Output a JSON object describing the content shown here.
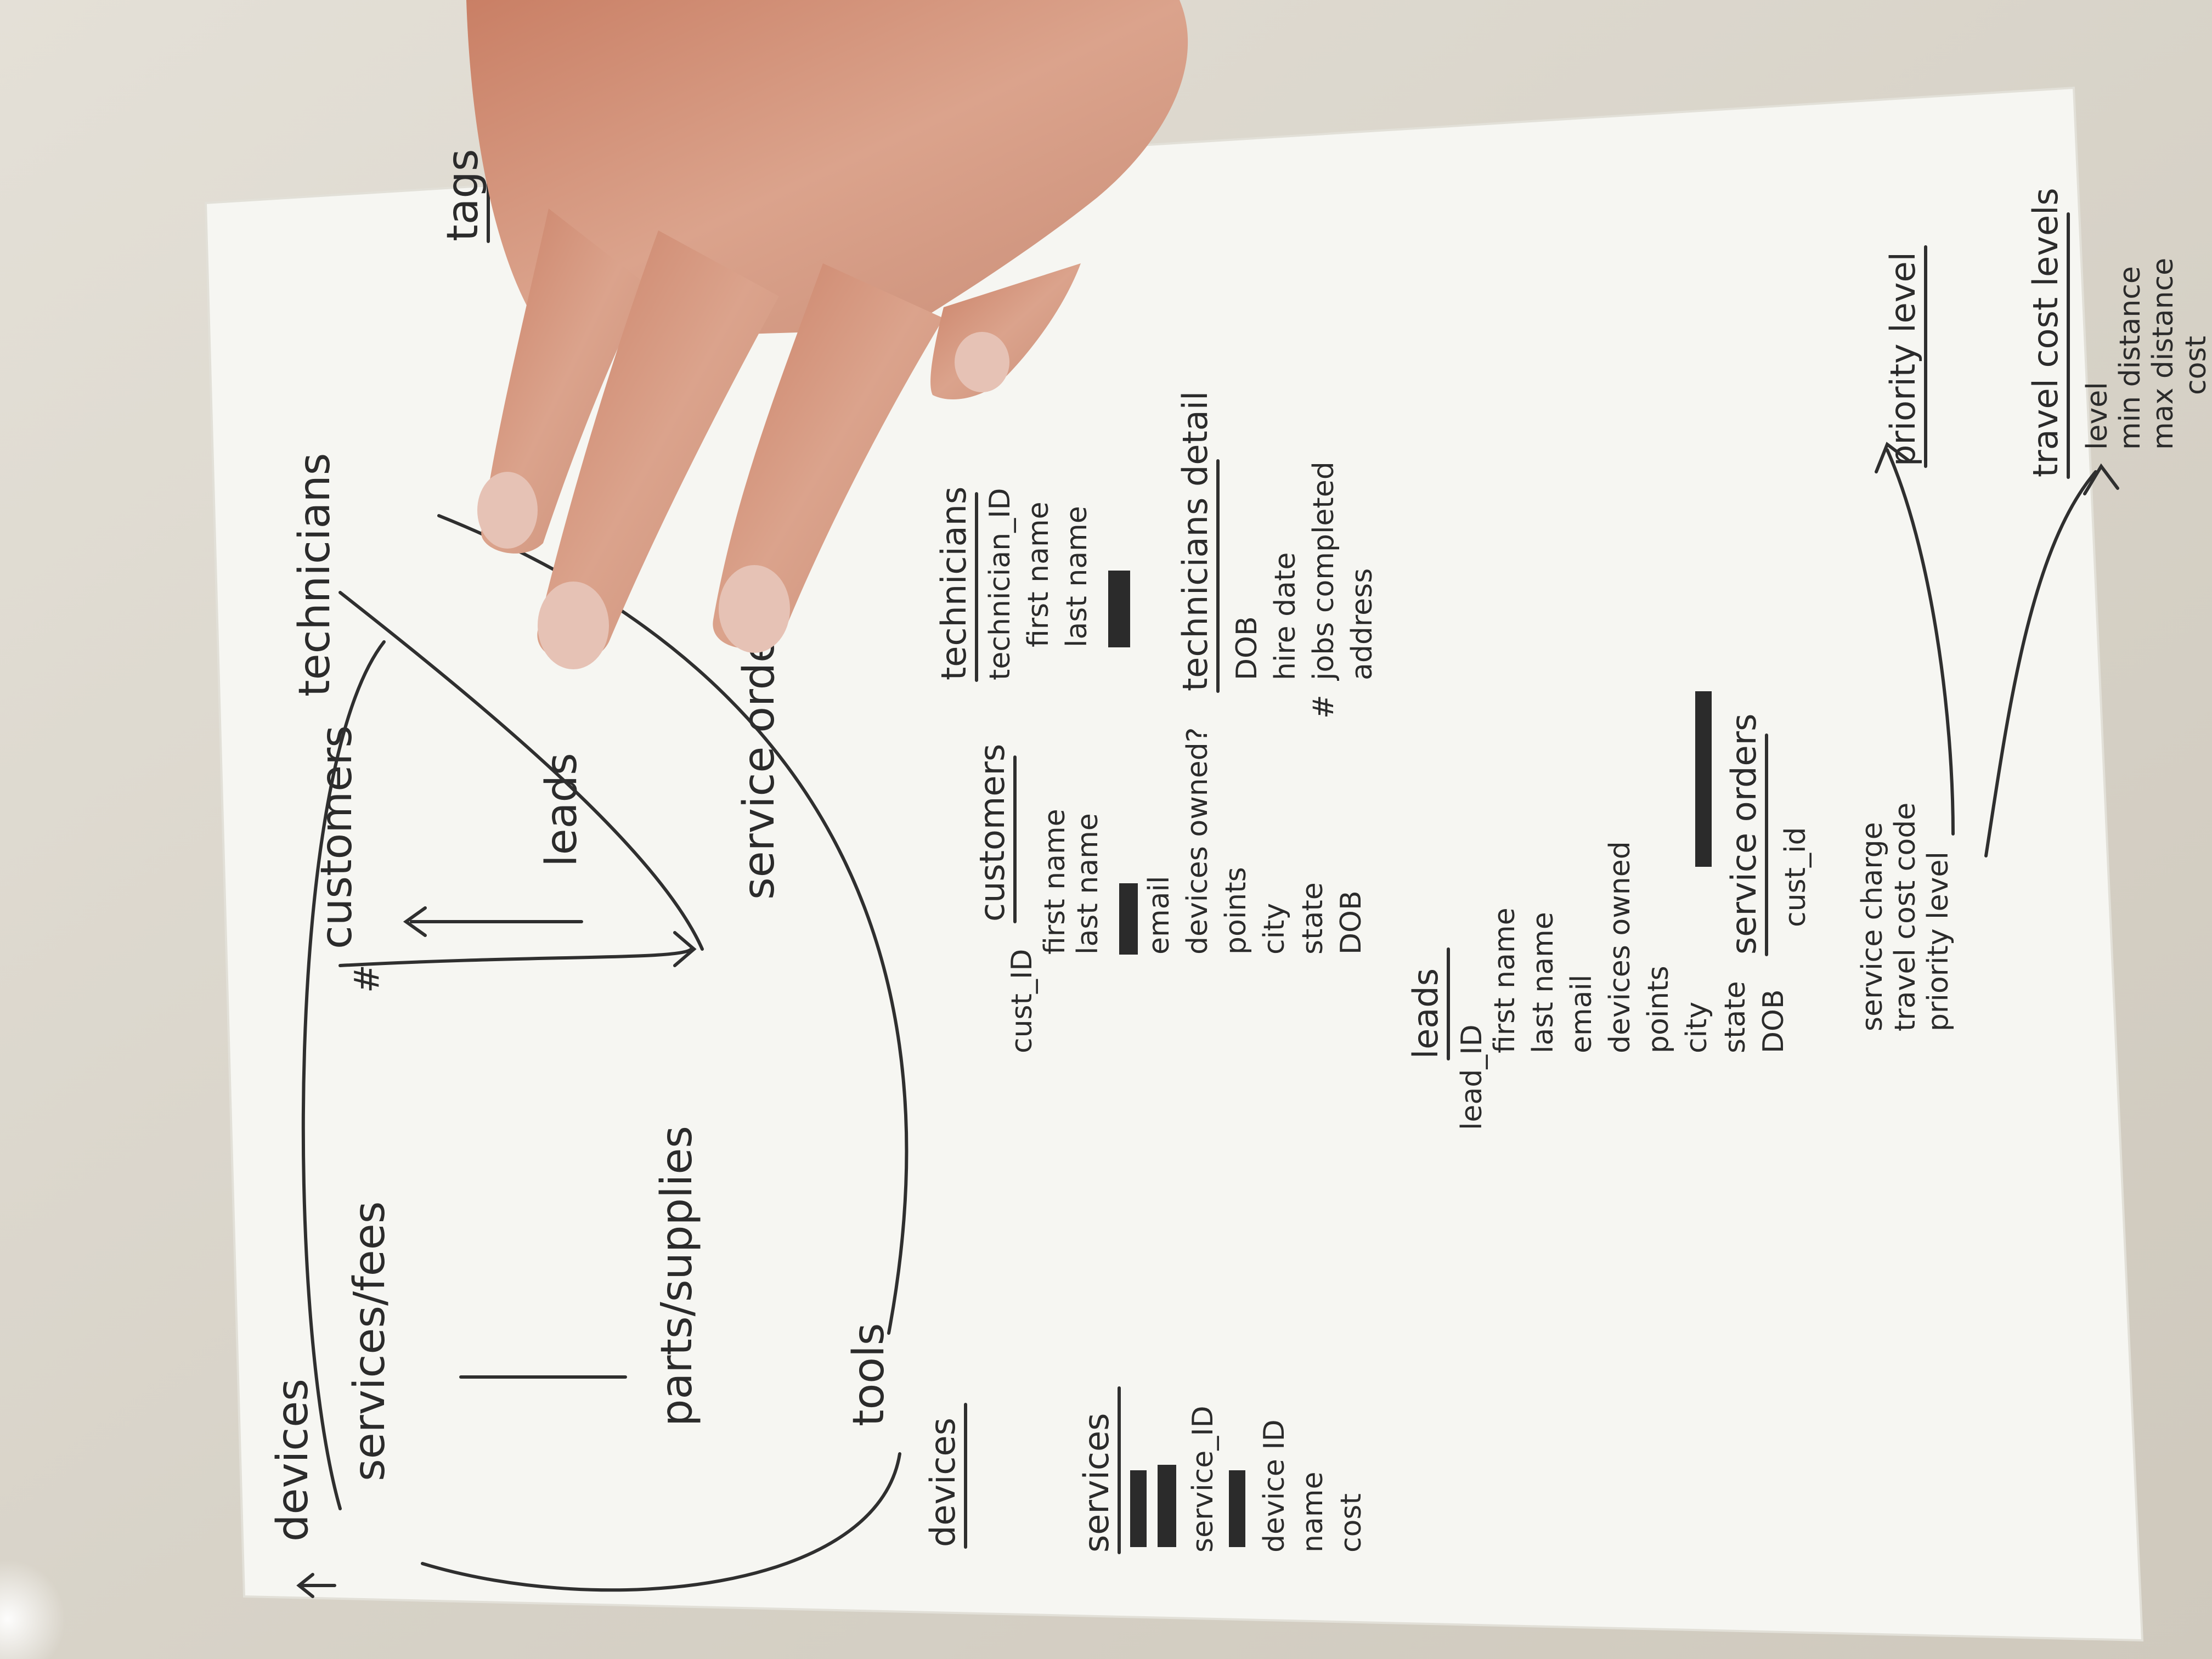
{
  "diagram": {
    "nodes": {
      "devices": "devices",
      "services_fees": "services/fees",
      "parts_supplies": "parts/supplies",
      "tools": "tools",
      "customers": "customers",
      "leads": "leads",
      "service_orders": "service orders",
      "technicians": "technicians",
      "tags": "tags"
    },
    "marks": {
      "hash_customers": "#",
      "hash_jobs": "#"
    }
  },
  "tables": {
    "devices": {
      "title": "devices"
    },
    "services": {
      "title": "services",
      "fields": [
        "service_ID",
        "device ID",
        "name",
        "cost"
      ]
    },
    "customers": {
      "title": "customers",
      "fields": [
        "cust_ID",
        "first name",
        "last name",
        "email",
        "devices owned?",
        "points",
        "city",
        "state",
        "DOB"
      ]
    },
    "leads": {
      "title": "leads",
      "fields": [
        "lead_ID",
        "first name",
        "last name",
        "email",
        "devices owned",
        "points",
        "city",
        "state",
        "DOB"
      ]
    },
    "technicians": {
      "title": "technicians",
      "fields": [
        "technician_ID",
        "first name",
        "last name"
      ]
    },
    "technicians_detail": {
      "title": "technicians detail",
      "fields": [
        "DOB",
        "hire date",
        "jobs completed",
        "address"
      ]
    },
    "service_orders": {
      "title": "service orders",
      "fields": [
        "cust_id",
        "service charge",
        "travel cost code",
        "priority level"
      ]
    },
    "priority_level": {
      "title": "priority level"
    },
    "travel_cost_levels": {
      "title": "travel cost levels",
      "fields": [
        "level",
        "min distance",
        "max distance",
        "cost"
      ]
    }
  },
  "colors": {
    "paper": "#f6f6f2",
    "ink": "#2b2b2b",
    "skin": "#d9a58f",
    "counter": "#d9d4cb"
  }
}
